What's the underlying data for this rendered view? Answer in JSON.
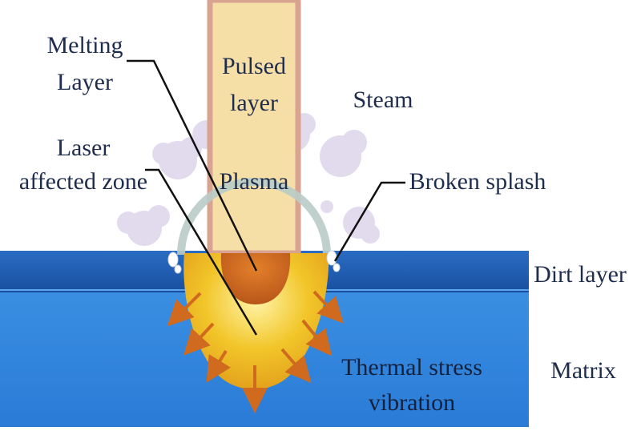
{
  "labels": {
    "melting_layer_line1": "Melting",
    "melting_layer_line2": "Layer",
    "laser_zone_line1": "Laser",
    "laser_zone_line2": "affected zone",
    "pulsed_layer_line1": "Pulsed",
    "pulsed_layer_line2": "layer",
    "plasma": "Plasma",
    "steam": "Steam",
    "broken_splash": "Broken splash",
    "dirt_layer": "Dirt layer",
    "matrix": "Matrix",
    "thermal_stress_line1": "Thermal stress",
    "thermal_stress_line2": "vibration"
  },
  "colors": {
    "laser_beam": "#f6dfa6",
    "beam_border": "#d9a391",
    "dirt_layer": "#1f5fb8",
    "matrix": "#2f86dd",
    "affected_zone": "#f2c62a",
    "melt_pool": "#c8641c",
    "stress_arrows": "#cf6a1e",
    "plasma_arc": "#b9ccc8",
    "steam_cloud": "#ddd5ec",
    "text": "#1f2d4d"
  }
}
